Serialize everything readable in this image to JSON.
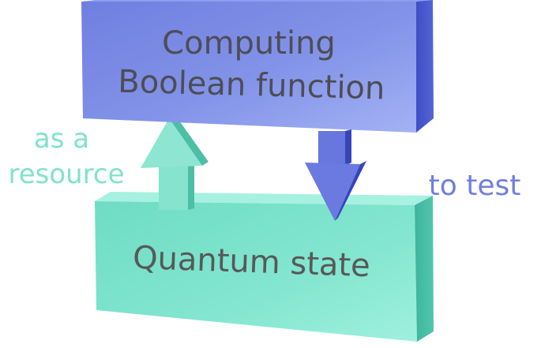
{
  "top_box": {
    "line1": "Computing",
    "line2": "Boolean function",
    "color": "#7f8ce6"
  },
  "bottom_box": {
    "label": "Quantum state",
    "color": "#7fe3cd"
  },
  "left_arrow": {
    "line1": "as a",
    "line2": "resource",
    "color": "#80e2cc"
  },
  "right_arrow": {
    "label": "to test",
    "color": "#6f7fe0"
  }
}
